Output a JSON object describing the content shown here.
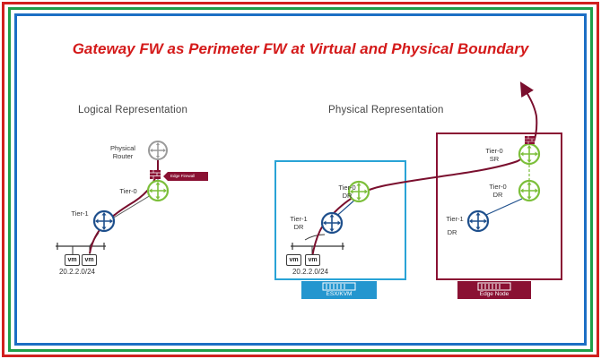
{
  "title": "Gateway FW as Perimeter FW at Virtual and Physical Boundary",
  "sections": {
    "logical": "Logical Representation",
    "physical": "Physical Representation"
  },
  "logical": {
    "physical_router": "Physical\nRouter",
    "edge_firewall": "Edge Firewall",
    "tier0": "Tier-0",
    "tier1": "Tier-1",
    "vm1": "vm",
    "vm2": "vm",
    "subnet": "20.2.2.0/24"
  },
  "physical": {
    "esx_tier0_dr": "Tier-0\nDR",
    "esx_tier1_dr": "Tier-1\nDR",
    "vm1": "vm",
    "vm2": "vm",
    "subnet": "20.2.2.0/24",
    "esx_label": "ESX/KVM",
    "edge_tier0_sr": "Tier-0\nSR",
    "edge_tier0_dr": "Tier-0\nDR",
    "edge_tier1": "Tier-1",
    "edge_tier1_dr": "DR",
    "edge_label": "Edge Node"
  },
  "colors": {
    "title": "#d41a1a",
    "frame_outer": "#d0201e",
    "frame_middle": "#1f9e4a",
    "frame_inner": "#1c6fc4",
    "tier0_router": "#7cbf3a",
    "tier1_router": "#1e4f8c",
    "physical_router": "#9a9a9a",
    "traffic_path": "#7a0f2e",
    "esx_box": "#29a3d6",
    "edge_box": "#8a1133"
  },
  "icons": [
    "router-icon",
    "firewall-icon",
    "vm-icon",
    "switch-icon",
    "server-icon"
  ]
}
